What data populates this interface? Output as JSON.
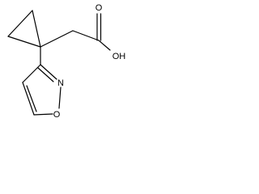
{
  "molecule": {
    "atoms": {
      "carbonyl_oxygen": "O",
      "hydroxyl": "OH",
      "ring_nitrogen": "N",
      "ring_oxygen": "O"
    }
  }
}
